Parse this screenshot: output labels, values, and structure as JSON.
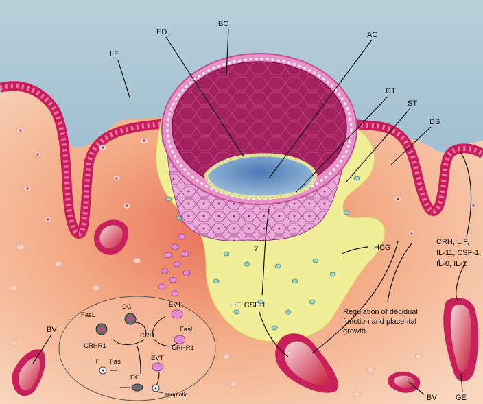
{
  "labels": {
    "le": "LE",
    "ed": "ED",
    "bc": "BC",
    "ac": "AC",
    "ct": "CT",
    "st": "ST",
    "ds": "DS",
    "hcg": "HCG",
    "question": "?",
    "lif_csf1": "LIF, CSF-1",
    "cytokines": [
      "CRH, LIF,",
      "IL-11, CSF-1,",
      "IL-6, IL-1"
    ],
    "regulation": [
      "Regulation of decidual",
      "function and placental",
      "growth"
    ],
    "bv_left": "BV",
    "bv_right": "BV",
    "ge": "GE",
    "inset": {
      "fasl_top": "FasL",
      "dc_top": "DC",
      "crh": "CRH",
      "evt_top": "EVT",
      "fasl_right": "FasL",
      "crhr1_left": "CRHR1",
      "crhr1_right": "CRHR1",
      "t": "T",
      "fas": "Fas",
      "evt_bottom": "EVT",
      "dc_bottom": "DC",
      "t_apoptotic": "T apoptotic"
    }
  },
  "colors": {
    "lumen": "#8fb8cf",
    "stroma": "#f1b894",
    "stroma_dark": "#e08a6a",
    "epithelium": "#d63c72",
    "blastocoel": "#a3215e",
    "trophoblast": "#e7a6d6",
    "syncytio": "#f2ef9a",
    "cavity": "#5f8fc0"
  }
}
